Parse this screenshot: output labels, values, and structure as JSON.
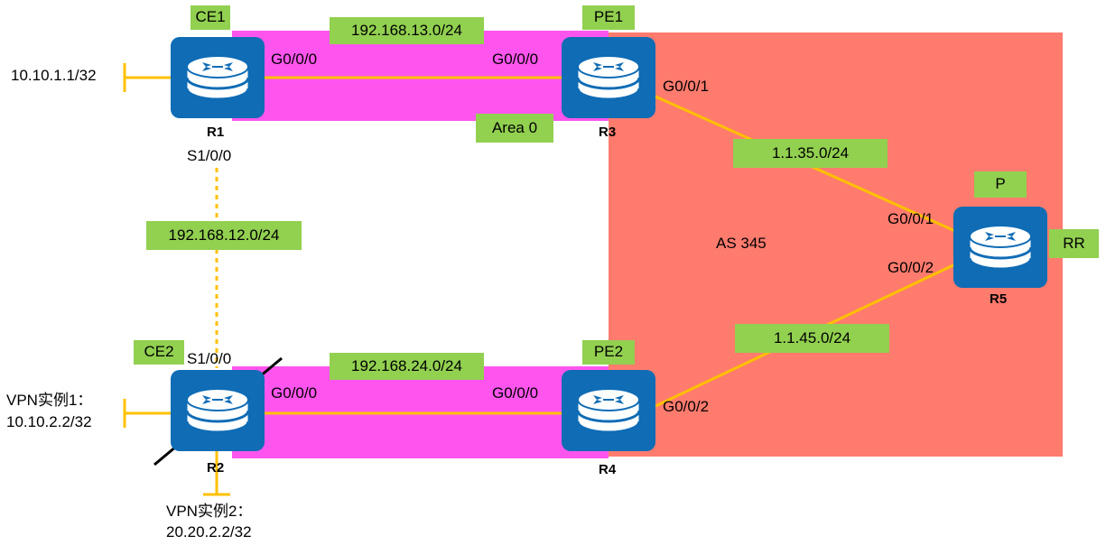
{
  "colors": {
    "as_region": "#ff7b6e",
    "area_band": "#ff55ee",
    "label_bg": "#92d050",
    "link": "#ffc000",
    "router_bg": "#0f6cb5"
  },
  "routers": {
    "r1": {
      "name": "R1",
      "tag": "CE1"
    },
    "r2": {
      "name": "R2",
      "tag": "CE2"
    },
    "r3": {
      "name": "R3",
      "tag": "PE1"
    },
    "r4": {
      "name": "R4",
      "tag": "PE2"
    },
    "r5": {
      "name": "R5",
      "tag": "P",
      "role": "RR"
    }
  },
  "networks": {
    "r1_r3": "192.168.13.0/24",
    "r2_r4": "192.168.24.0/24",
    "r1_r2": "192.168.12.0/24",
    "r3_r5": "1.1.35.0/24",
    "r4_r5": "1.1.45.0/24"
  },
  "interfaces": {
    "r1_to_r3": "G0/0/0",
    "r3_to_r1": "G0/0/0",
    "r2_to_r4": "G0/0/0",
    "r4_to_r2": "G0/0/0",
    "r1_to_r2": "S1/0/0",
    "r2_to_r1": "S1/0/0",
    "r3_to_r5": "G0/0/1",
    "r5_to_r3": "G0/0/1",
    "r4_to_r5": "G0/0/2",
    "r5_to_r4": "G0/0/2"
  },
  "areas": {
    "ospf_area": "Area 0",
    "as_label": "AS 345"
  },
  "endpoints": {
    "r1_loopback": "10.10.1.1/32",
    "r2_vpn1_title": "VPN实例1：",
    "r2_vpn1_addr": "10.10.2.2/32",
    "r2_vpn2_title": "VPN实例2：",
    "r2_vpn2_addr": "20.20.2.2/32"
  }
}
